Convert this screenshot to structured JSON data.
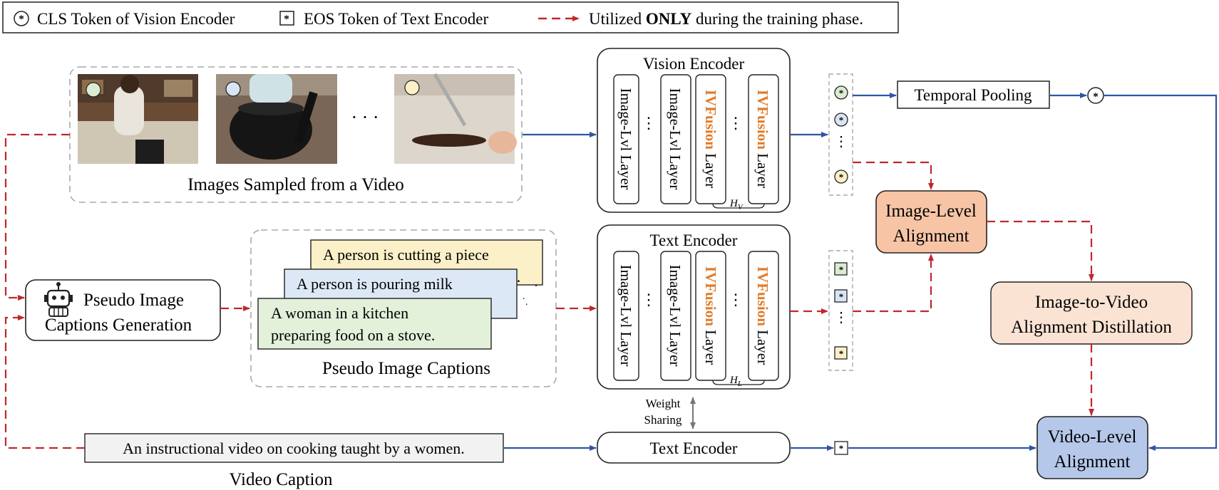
{
  "legend": {
    "cls_token": "CLS Token of Vision Encoder",
    "eos_token": "EOS Token of Text Encoder",
    "utilized_prefix": "Utilized ",
    "utilized_bold": "ONLY",
    "utilized_suffix": " during the training phase."
  },
  "images": {
    "caption": "Images Sampled from a Video",
    "ellipsis": "· · ·"
  },
  "pseudo_gen": {
    "line1": "Pseudo Image",
    "line2": "Captions Generation"
  },
  "pseudo_captions": {
    "card1": "A person is cutting a piece",
    "card1_tail": "e.",
    "card2": "A person is pouring milk",
    "card3_line1": "A woman in a kitchen",
    "card3_line2": "preparing food on a stove.",
    "label": "Pseudo Image Captions"
  },
  "video_caption": {
    "text": "An instructional video on cooking taught by a women.",
    "label": "Video Caption"
  },
  "vision_encoder": {
    "title": "Vision Encoder",
    "layer_label": "Image-Lvl Layer",
    "ivf_bold": "IVFusion",
    "ivf_suffix": " Layer",
    "h_label": "H",
    "h_sub": "V"
  },
  "text_encoder": {
    "title": "Text Encoder",
    "layer_label": "Image-Lvl Layer",
    "ivf_bold": "IVFusion",
    "ivf_suffix": " Layer",
    "h_label": "H",
    "h_sub": "L"
  },
  "weight_sharing": {
    "line1": "Weight",
    "line2": "Sharing"
  },
  "text_encoder_bottom": {
    "label": "Text Encoder"
  },
  "temporal_pooling": {
    "label": "Temporal Pooling"
  },
  "image_level": {
    "line1": "Image-Level",
    "line2": "Alignment"
  },
  "i2v": {
    "line1": "Image-to-Video",
    "line2": "Alignment Distillation"
  },
  "video_level": {
    "line1": "Video-Level",
    "line2": "Alignment"
  },
  "colors": {
    "blue_arrow": "#2f55a4",
    "red_dashed": "#c0272d",
    "orange_text": "#e07b2a",
    "image_level_fill": "#f7c5a6",
    "i2v_fill": "#fbe3d3",
    "video_level_fill": "#b6c8ea",
    "card_yellow": "#fbf0c8",
    "card_blue": "#dde8f6",
    "card_green": "#e3f0da",
    "token_green": "#dcebd3",
    "token_blue": "#d9e4f5",
    "token_yellow": "#fbf0c8"
  }
}
